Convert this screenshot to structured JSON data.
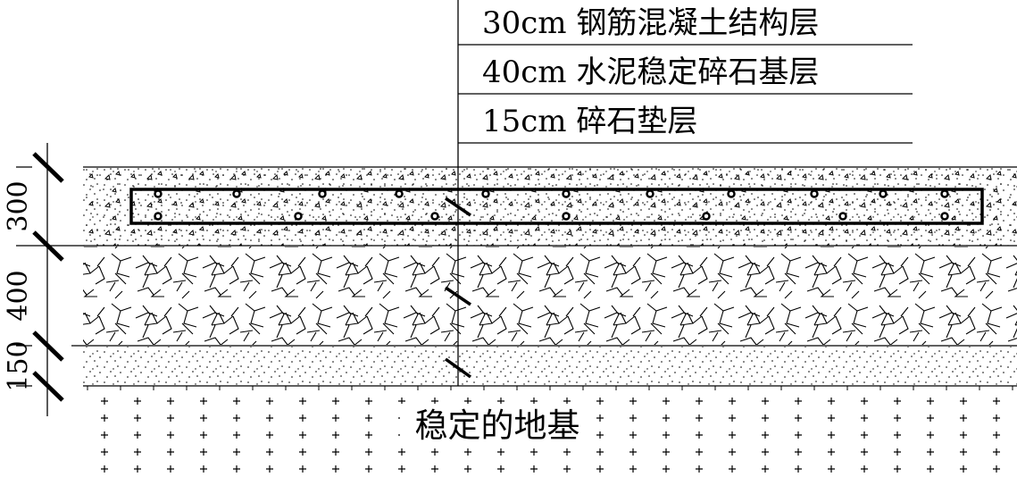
{
  "layer_labels": [
    {
      "text": "30cm 钢筋混凝土结构层"
    },
    {
      "text": "40cm 水泥稳定碎石基层"
    },
    {
      "text": "15cm 碎石垫层"
    }
  ],
  "dimensions": [
    "300",
    "400",
    "150"
  ],
  "ground_label": "稳定的地基",
  "colors": {
    "line": "#000000",
    "background": "#ffffff"
  }
}
